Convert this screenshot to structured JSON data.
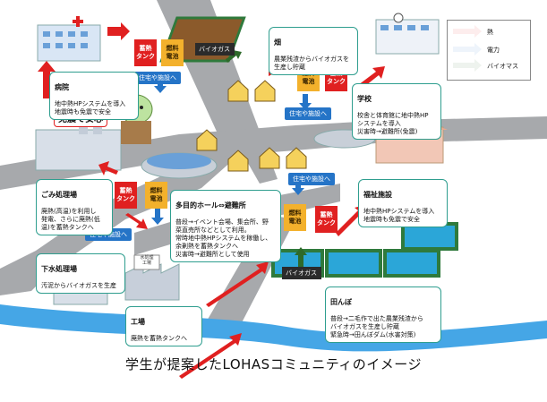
{
  "labels": {
    "heat_tank": "蓄熱\nタンク",
    "fuel_cell": "燃料\n電池",
    "biogas": "バイオガス",
    "housing": "住宅や施設へ",
    "anshin": "免震で安心",
    "factory_sign": "水処理\n工場"
  },
  "legend": [
    {
      "label": "熱",
      "color": "#e02020"
    },
    {
      "label": "電力",
      "color": "#2574c7"
    },
    {
      "label": "バイオマス",
      "color": "#2e6a2a"
    }
  ],
  "callouts": {
    "hatake": {
      "title": "畑",
      "body": "農業残渣からバイオガスを\n生産し貯蔵"
    },
    "byoin": {
      "title": "病院",
      "body": "地中熱HPシステムを導入\n地震時も免震で安全"
    },
    "gakko": {
      "title": "学校",
      "body": "校舎と体育館に地中熱HP\nシステムを導入\n災害時→避難所(免震)"
    },
    "gomi": {
      "title": "ごみ処理場",
      "body": "廃熱(高温)を利用し\n発電、さらに廃熱(低\n温)を蓄熱タンクへ"
    },
    "hall": {
      "title": "多目的ホール⇔避難所",
      "body": "普段→イベント会場、集会所、野\n菜直売所などとして利用。\n常時地中熱HPシステムを稼働し、\n余剰熱を蓄熱タンクへ\n災害時→避難所として使用"
    },
    "fukushi": {
      "title": "福祉施設",
      "body": "地中熱HPシステムを導入\n地震時も免震で安全"
    },
    "gesui": {
      "title": "下水処理場",
      "body": "汚泥からバイオガスを生産"
    },
    "kojo": {
      "title": "工場",
      "body": "廃熱を蓄熱タンクへ"
    },
    "tanbo": {
      "title": "田んぼ",
      "body": "普段→二毛作で出た農業残渣から\nバイオガスを生産し貯蔵\n緊急時→田んぼダム(水害対策)"
    }
  },
  "caption": "学生が提案したLOHASコミュニティのイメージ",
  "colors": {
    "heat": "#e02020",
    "power": "#2574c7",
    "biomass": "#2e6a2a",
    "accent": "#2f9e8f",
    "road": "#a7a9ac",
    "river": "#45a6e6",
    "field": "#2f7a3c"
  }
}
